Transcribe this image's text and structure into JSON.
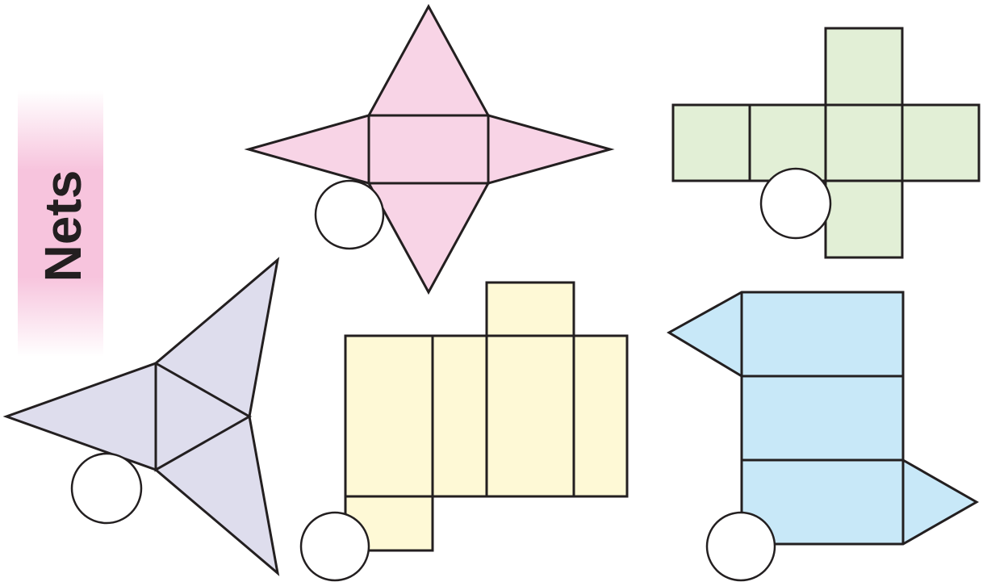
{
  "title": "Nets",
  "colors": {
    "title_band": "#f7c4dd",
    "title_text": "#231f20",
    "outline": "#231f20",
    "square_pyramid": "#f8d4e6",
    "cube": "#e2efd6",
    "triangular_pyramid": "#dedded",
    "rectangular_prism": "#fef9d6",
    "triangular_prism": "#c8e8f8",
    "answer_circle": "#ffffff"
  },
  "nets": [
    {
      "id": "square-pyramid-net",
      "icon": "square-pyramid-net-icon",
      "answer": ""
    },
    {
      "id": "cube-net",
      "icon": "cube-net-icon",
      "answer": ""
    },
    {
      "id": "triangular-pyramid-net",
      "icon": "triangular-pyramid-net-icon",
      "answer": ""
    },
    {
      "id": "rectangular-prism-net",
      "icon": "rectangular-prism-net-icon",
      "answer": ""
    },
    {
      "id": "triangular-prism-net",
      "icon": "triangular-prism-net-icon",
      "answer": ""
    }
  ]
}
